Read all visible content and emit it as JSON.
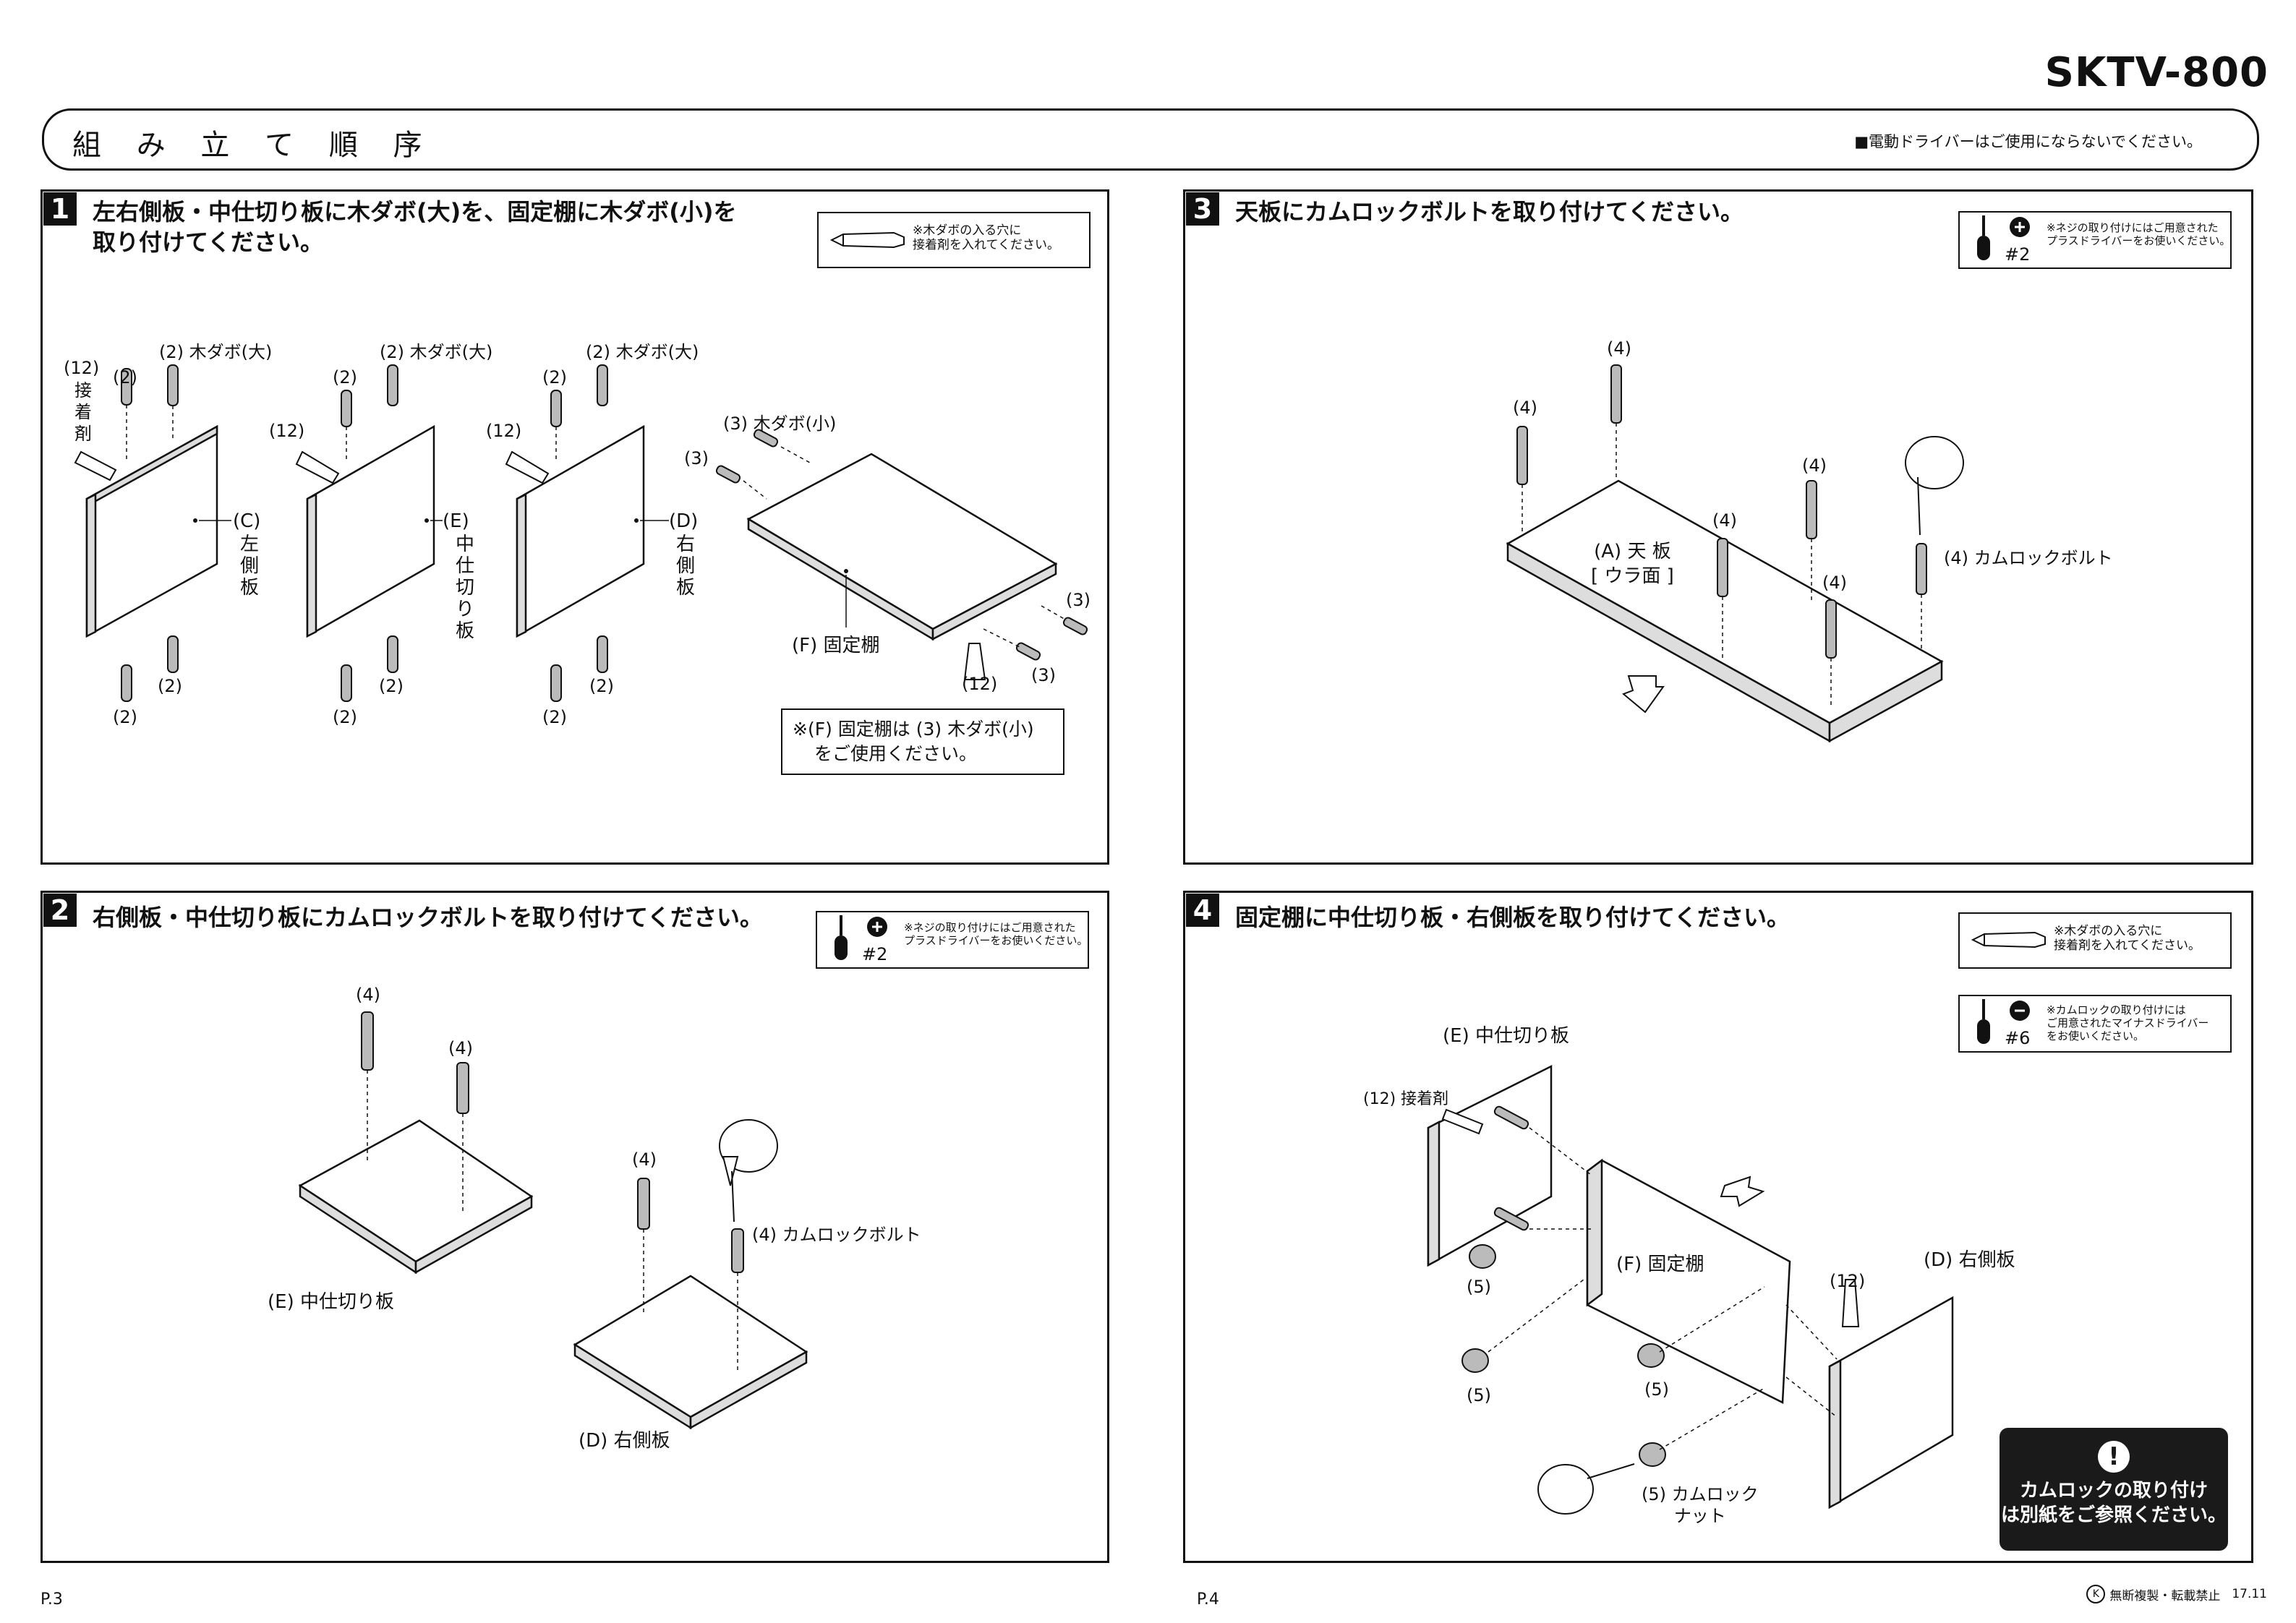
{
  "model": "SKTV-800",
  "header": {
    "title": "組 み 立 て 順 序",
    "note": "■電動ドライバーはご使用にならないでください。"
  },
  "steps": [
    {
      "num": "1",
      "title_line1": "左右側板・中仕切り板に木ダボ(大)を、固定棚に木ダボ(小)を",
      "title_line2": "取り付けてください。",
      "note": "※木ダボの入る穴に\n接着剤を入れてください。",
      "labels": {
        "dowel_big": "(2) 木ダボ(大)",
        "n2": "(2)",
        "n12": "(12)",
        "glue": "接着剤",
        "c": "(C)",
        "c_name": "左側板",
        "e": "(E)",
        "e_name": "中仕切り板",
        "d": "(D)",
        "d_name": "右側板",
        "dowel_small": "(3) 木ダボ(小)",
        "n3": "(3)",
        "f": "(F) 固定棚",
        "callout_line1": "※(F) 固定棚は (3) 木ダボ(小)",
        "callout_line2": "をご使用ください。"
      }
    },
    {
      "num": "2",
      "title": "右側板・中仕切り板にカムロックボルトを取り付けてください。",
      "note": "※ネジの取り付けにはご用意された\nプラスドライバーをお使いください。",
      "driver": "#2",
      "labels": {
        "n4": "(4)",
        "cam_bolt": "(4) カムロックボルト",
        "e": "(E) 中仕切り板",
        "d": "(D) 右側板"
      }
    },
    {
      "num": "3",
      "title": "天板にカムロックボルトを取り付けてください。",
      "note": "※ネジの取り付けにはご用意された\nプラスドライバーをお使いください。",
      "driver": "#2",
      "labels": {
        "n4": "(4)",
        "a_line1": "(A) 天 板",
        "a_line2": "[ ウラ面 ]",
        "cam_bolt": "(4) カムロックボルト"
      }
    },
    {
      "num": "4",
      "title": "固定棚に中仕切り板・右側板を取り付けてください。",
      "note": "※木ダボの入る穴に\n接着剤を入れてください。",
      "note2": "※カムロックの取り付けには\nご用意されたマイナスドライバー\nをお使いください。",
      "driver": "#6",
      "labels": {
        "e": "(E) 中仕切り板",
        "glue": "(12) 接着剤",
        "f": "(F) 固定棚",
        "d": "(D) 右側板",
        "n12": "(12)",
        "n5": "(5)",
        "cam_nut_line1": "(5) カムロック",
        "cam_nut_line2": "ナット"
      },
      "warning_line1": "カムロックの取り付け",
      "warning_line2": "は別紙をご参照ください。"
    }
  ],
  "footer": {
    "left_page": "P.3",
    "right_page": "P.4",
    "copyright": "無断複製・転載禁止",
    "date": "17.11",
    "k_mark": "K"
  }
}
